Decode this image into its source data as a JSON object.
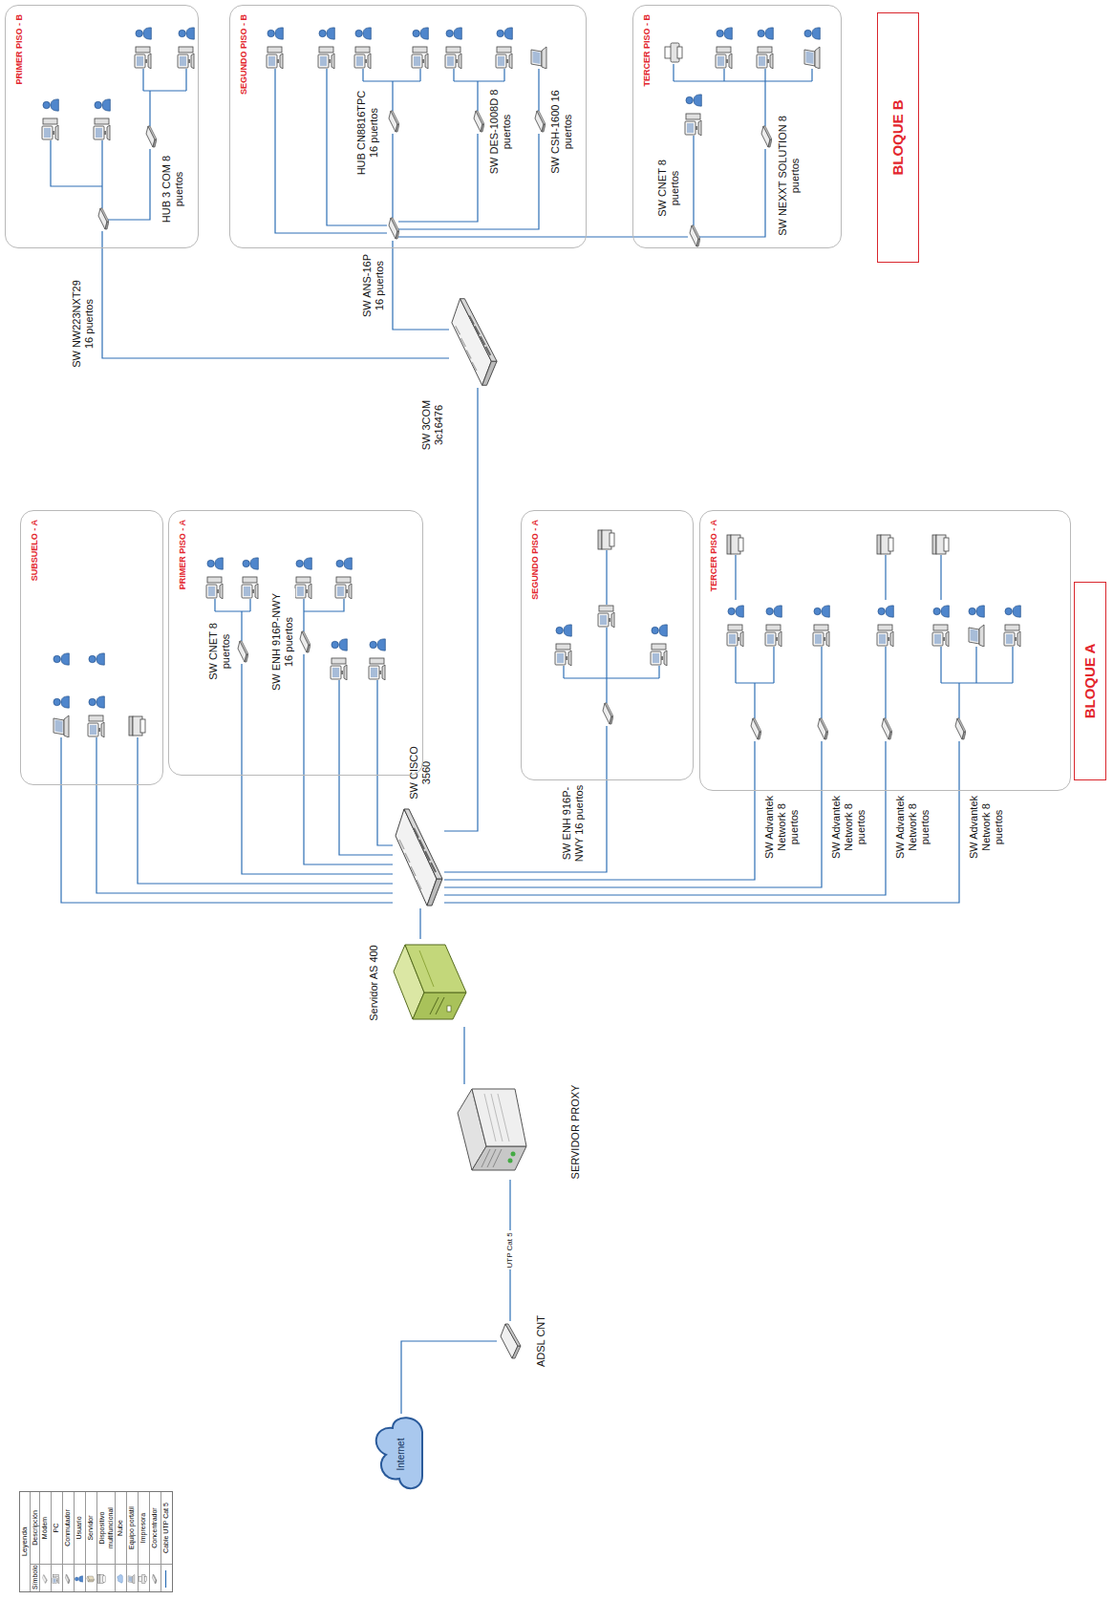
{
  "diagram": {
    "nodes": [
      {
        "text": [
          "Internet"
        ]
      },
      {
        "text": [
          "ADSL CNT"
        ]
      },
      {
        "text": [
          "SERVIDOR PROXY"
        ]
      },
      {
        "text": [
          "Servidor AS 400"
        ]
      },
      {
        "text": [
          "SW CISCO 3560"
        ]
      },
      {
        "text": [
          "SW 3COM 3c16476"
        ]
      },
      {
        "text": [
          "SUBSUELO - A"
        ]
      },
      {
        "text": [
          "PRIMER PISO - A"
        ]
      },
      {
        "text": [
          "SW CNET 8 puertos"
        ],
        "in": 7
      },
      {
        "text": [
          "SW ENH 916P-NWY 16 puertos"
        ],
        "in": 7
      },
      {
        "text": [
          "SEGUNDO PISO - A"
        ]
      },
      {
        "text": [
          "SW ENH 916P-NWY 16 puertos"
        ],
        "in": 10
      },
      {
        "text": [
          "TERCER PISO - A"
        ]
      },
      {
        "text": [
          "SW Advantek Network 8 puertos"
        ],
        "in": 12
      },
      {
        "text": [
          "SW Advantek Network 8 puertos"
        ],
        "in": 12
      },
      {
        "text": [
          "SW Advantek Network 8 puertos"
        ],
        "in": 12
      },
      {
        "text": [
          "SW Advantek Network 8 puertos"
        ],
        "in": 12
      },
      {
        "text": [
          "BLOQUE A"
        ]
      },
      {
        "text": [
          "PRIMER PISO - B"
        ]
      },
      {
        "text": [
          "SW NW223NXT29 16 puertos"
        ],
        "in": 18
      },
      {
        "text": [
          "HUB 3 COM 8 puertos"
        ],
        "in": 18
      },
      {
        "text": [
          "SEGUNDO PISO - B"
        ]
      },
      {
        "text": [
          "SW ANS-16P 16 puertos"
        ],
        "in": 21
      },
      {
        "text": [
          "HUB CN8816TPC 16 puertos"
        ],
        "in": 21
      },
      {
        "text": [
          "SW DES-1008D 8 puertos"
        ],
        "in": 21
      },
      {
        "text": [
          "SW CSH-1600 16 puertos"
        ],
        "in": 21
      },
      {
        "text": [
          "TERCER PISO - B"
        ]
      },
      {
        "text": [
          "SW CNET 8 puertos"
        ],
        "in": 26
      },
      {
        "text": [
          "SW NEXXT SOLUTION 8 puertos"
        ],
        "in": 26
      },
      {
        "text": [
          "BLOQUE B"
        ]
      }
    ],
    "edges": [
      {
        "from": 0,
        "to": 1,
        "arrow": "none"
      },
      {
        "from": 1,
        "to": 2,
        "label": "UTP Cat 5",
        "arrow": "none"
      },
      {
        "from": 2,
        "to": 3,
        "arrow": "none"
      },
      {
        "from": 3,
        "to": 4,
        "arrow": "none"
      },
      {
        "from": 4,
        "to": 8,
        "arrow": "none"
      },
      {
        "from": 4,
        "to": 9,
        "arrow": "none"
      },
      {
        "from": 4,
        "to": 11,
        "arrow": "none"
      },
      {
        "from": 4,
        "to": 13,
        "arrow": "none"
      },
      {
        "from": 4,
        "to": 14,
        "arrow": "none"
      },
      {
        "from": 4,
        "to": 15,
        "arrow": "none"
      },
      {
        "from": 4,
        "to": 16,
        "arrow": "none"
      },
      {
        "from": 4,
        "to": 5,
        "arrow": "none"
      },
      {
        "from": 5,
        "to": 19,
        "arrow": "none"
      },
      {
        "from": 5,
        "to": 22,
        "arrow": "none"
      },
      {
        "from": 19,
        "to": 20,
        "arrow": "none"
      },
      {
        "from": 22,
        "to": 23,
        "arrow": "none"
      },
      {
        "from": 22,
        "to": 24,
        "arrow": "none"
      },
      {
        "from": 22,
        "to": 25,
        "arrow": "none"
      },
      {
        "from": 22,
        "to": 27,
        "arrow": "none"
      },
      {
        "from": 27,
        "to": 28,
        "arrow": "none"
      }
    ],
    "labels": [
      "Leyenda",
      "Símbolo",
      "Descripción"
    ],
    "legend": [
      {
        "text": "Módem"
      },
      {
        "text": "PC"
      },
      {
        "text": "Conmutador"
      },
      {
        "text": "Usuario"
      },
      {
        "text": "Servidor"
      },
      {
        "text": "Dispositivo multifuncional"
      },
      {
        "text": "Nube"
      },
      {
        "text": "Equipo portátil"
      },
      {
        "text": "Impresora"
      },
      {
        "text": "Concentrador"
      },
      {
        "text": "Cable UTP Cat 5"
      }
    ]
  }
}
